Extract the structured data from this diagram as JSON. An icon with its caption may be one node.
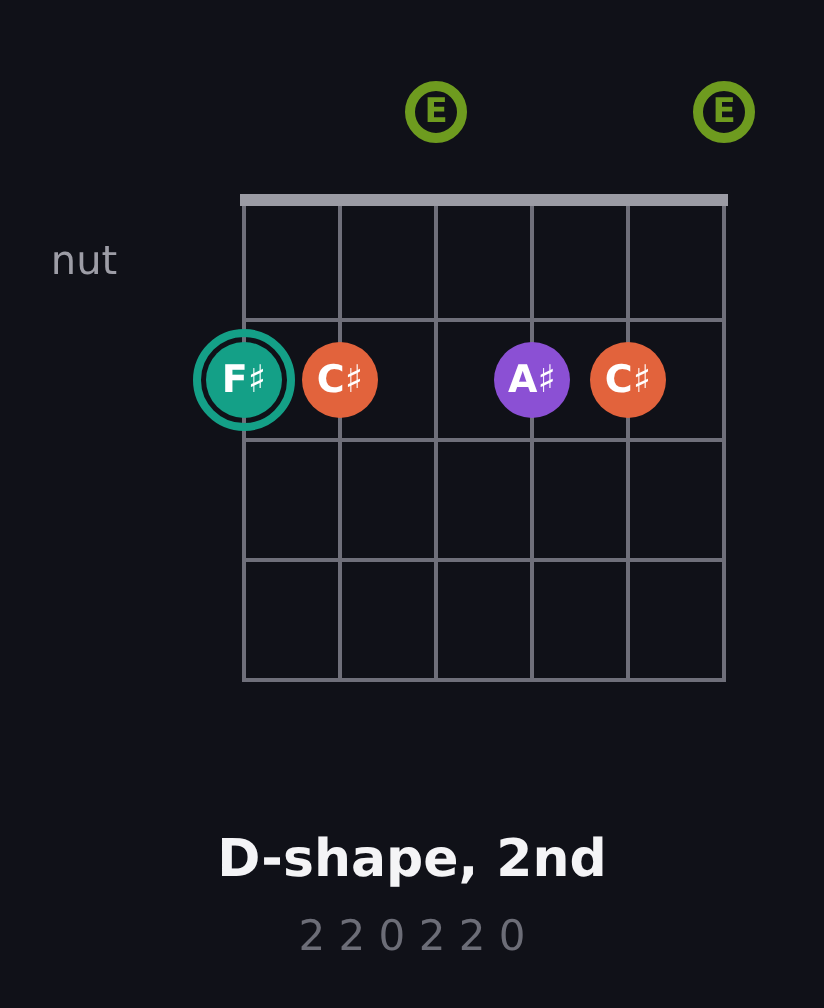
{
  "diagram": {
    "title": "D-shape, 2nd",
    "nodes": [
      {
        "text": [
          "E"
        ]
      },
      {
        "text": [
          "E"
        ]
      },
      {
        "text": [
          "F♯"
        ]
      },
      {
        "text": [
          "C♯"
        ]
      },
      {
        "text": [
          "A♯"
        ]
      },
      {
        "text": [
          "C♯"
        ]
      }
    ],
    "labels": [
      "nut",
      "2 2 0 2 2 0"
    ]
  }
}
